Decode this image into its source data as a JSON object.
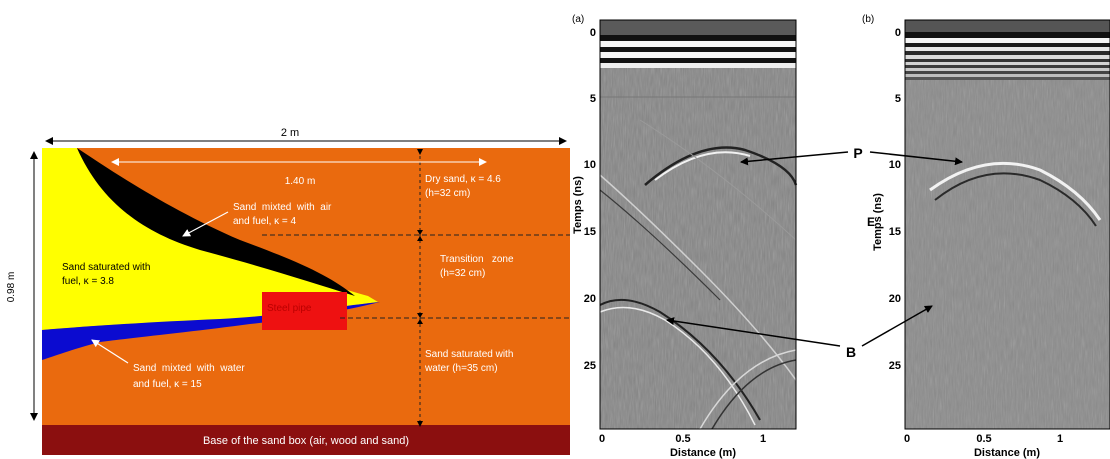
{
  "diagram": {
    "width_label": "2 m",
    "inner_width_label": "1.40 m",
    "height_label": "0.98 m",
    "dry_sand": [
      "Dry sand, κ = 4.6",
      "(h=32 cm)"
    ],
    "transition": [
      "Transition   zone",
      "(h=32 cm)"
    ],
    "saturated_water": [
      "Sand saturated with",
      "water (h=35 cm)"
    ],
    "air_fuel": [
      "Sand  mixted  with  air",
      "and fuel, κ = 4"
    ],
    "fuel_saturated": [
      "Sand saturated with",
      "fuel, κ = 3.8"
    ],
    "water_fuel": [
      "Sand  mixted  with  water",
      "and fuel, κ = 15"
    ],
    "pipe_label": "Steel pipe",
    "base_label": "Base of the sand box (air, wood and sand)",
    "colors": {
      "sand": "#ea6a0e",
      "fuel": "#ffff00",
      "air_fuel": "#000000",
      "water_fuel": "#0b0bd0",
      "pipe": "#ee1111",
      "base": "#8b0f0f"
    }
  },
  "radargram_a": {
    "panel_label": "(a)",
    "ylabel": "Temps (ns)",
    "xlabel": "Distance (m)",
    "yticks": [
      "0",
      "5",
      "10",
      "15",
      "20",
      "25"
    ],
    "xticks": [
      "0",
      "0.5",
      "1"
    ]
  },
  "radargram_b": {
    "panel_label": "(b)",
    "ylabel": "Temps (ns)",
    "xlabel": "Distance (m)",
    "yticks": [
      "0",
      "5",
      "10",
      "15",
      "20",
      "25"
    ],
    "xticks": [
      "0",
      "0.5",
      "1"
    ],
    "side_label": "E"
  },
  "markers": {
    "P": "P",
    "B": "B"
  }
}
